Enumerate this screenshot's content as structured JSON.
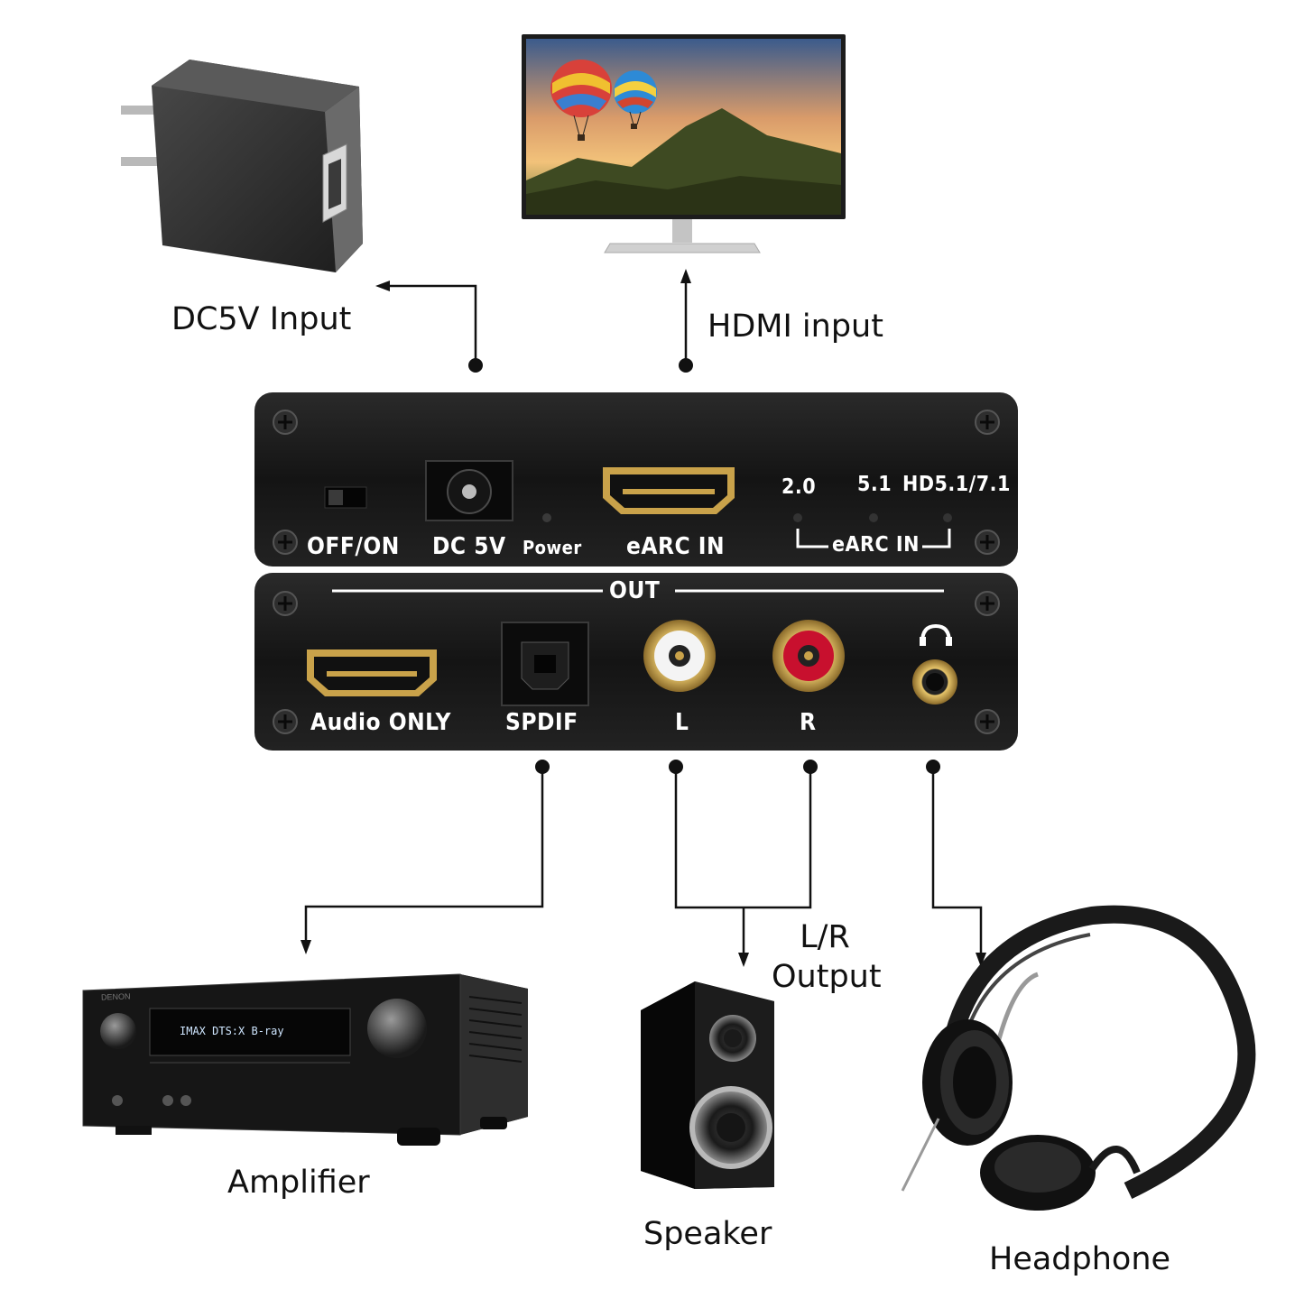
{
  "labels": {
    "dc_input": "DC5V Input",
    "hdmi_input": "HDMI input",
    "lr_output": "L/R",
    "lr_output2": "Output",
    "amplifier": "Amplifier",
    "speaker": "Speaker",
    "headphone": "Headphone"
  },
  "top_panel": {
    "switch": "OFF/ON",
    "dc": "DC 5V",
    "power": "Power",
    "earc_port": "eARC IN",
    "mode_20": "2.0",
    "mode_51": "5.1",
    "mode_hd": "HD5.1/7.1",
    "earc_group": "eARC IN"
  },
  "bottom_panel": {
    "out": "OUT",
    "audio_only": "Audio ONLY",
    "spdif": "SPDIF",
    "left": "L",
    "right": "R"
  },
  "amp_display": "IMAX DTS:X B-ray",
  "amp_brand": "DENON",
  "colors": {
    "panel": "#1a1a1a",
    "line": "#111111",
    "rca_red": "#c8102e",
    "gold": "#c9a24a"
  }
}
